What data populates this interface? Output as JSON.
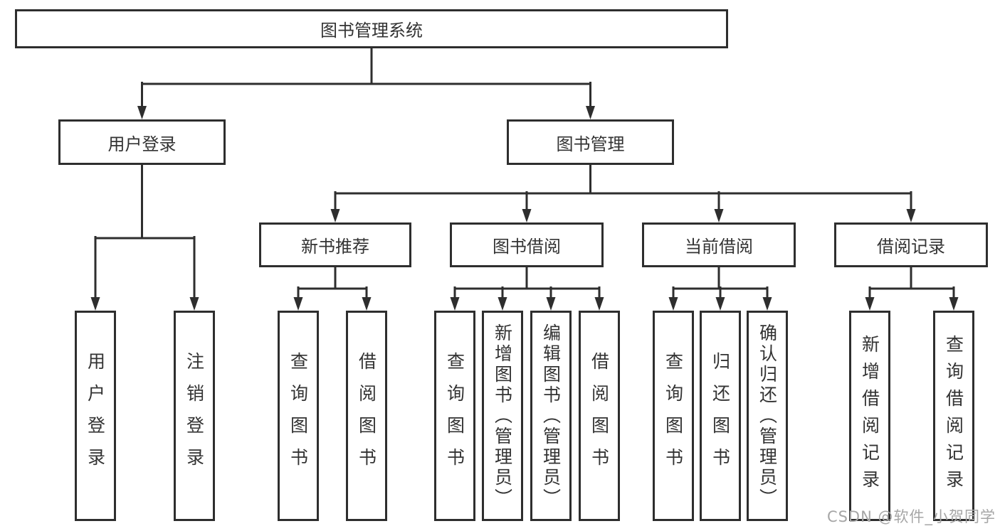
{
  "diagram": {
    "root": {
      "label": "图书管理系统"
    },
    "level2": [
      {
        "label": "用户登录",
        "children": [
          "用户登录",
          "注销登录"
        ]
      },
      {
        "label": "图书管理"
      }
    ],
    "level3": [
      {
        "label": "新书推荐",
        "children": [
          "查询图书",
          "借阅图书"
        ]
      },
      {
        "label": "图书借阅",
        "children": [
          "查询图书",
          "新增图书（管理员）",
          "编辑图书（管理员）",
          "借阅图书"
        ]
      },
      {
        "label": "当前借阅",
        "children": [
          "查询图书",
          "归还图书",
          "确认归还（管理员）"
        ]
      },
      {
        "label": "借阅记录",
        "children": [
          "新增借阅记录",
          "查询借阅记录"
        ]
      }
    ]
  },
  "watermark": {
    "text": "CSDN @软件_小贺同学"
  },
  "colors": {
    "line": "#2e2e2e",
    "box_border": "#2e2e2e",
    "text": "#333333",
    "watermark": "#a6a6a6",
    "background": "#ffffff"
  }
}
